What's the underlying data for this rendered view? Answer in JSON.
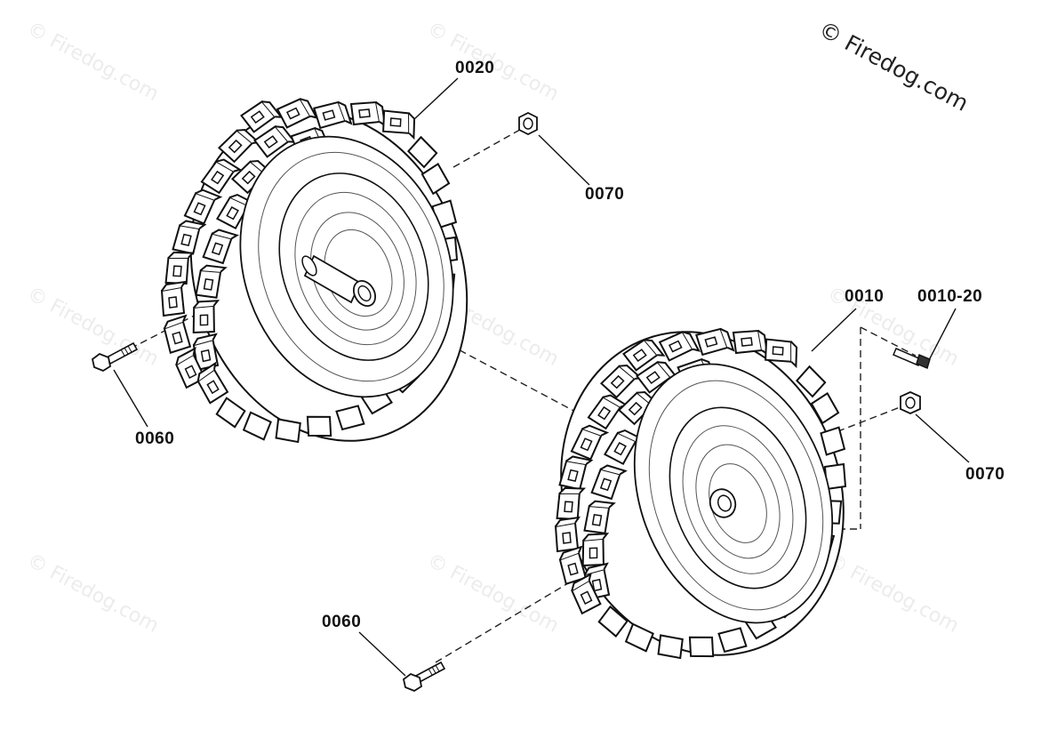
{
  "copyright": "© Firedog.com",
  "watermark": "© Firedog.com",
  "labels": {
    "rear_tire": "0020",
    "front_tire": "0010",
    "valve_stem": "0010-20",
    "nut_top": "0070",
    "nut_right": "0070",
    "bolt_left": "0060",
    "bolt_bottom": "0060"
  }
}
